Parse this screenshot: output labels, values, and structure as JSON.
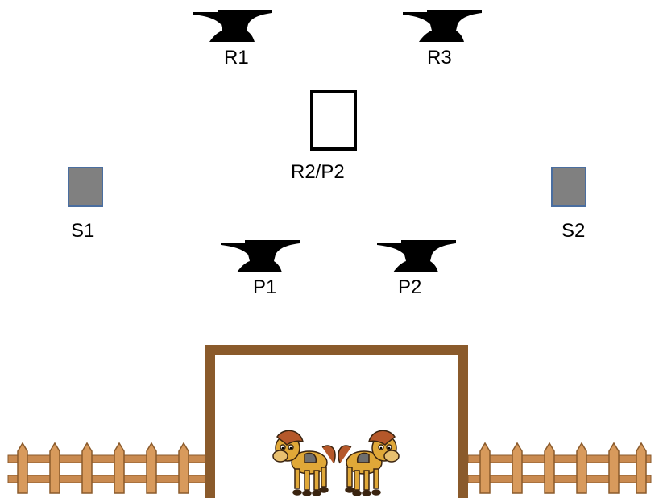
{
  "labels": {
    "r1": "R1",
    "r3": "R3",
    "r2p2": "R2/P2",
    "s1": "S1",
    "s2": "S2",
    "p1": "P1",
    "p2": "P2"
  },
  "icons": {
    "anvil": "anvil-icon",
    "pony": "pony-icon",
    "fence": "wooden-fence",
    "gate": "wooden-gate"
  },
  "colors": {
    "anvil": "#000000",
    "square_fill": "#808080",
    "square_border": "#4a6ea0",
    "wood": "#8a5a2b",
    "fence_wood": "#c98a50",
    "pony_body": "#e0a838",
    "pony_mane": "#b5582a"
  }
}
